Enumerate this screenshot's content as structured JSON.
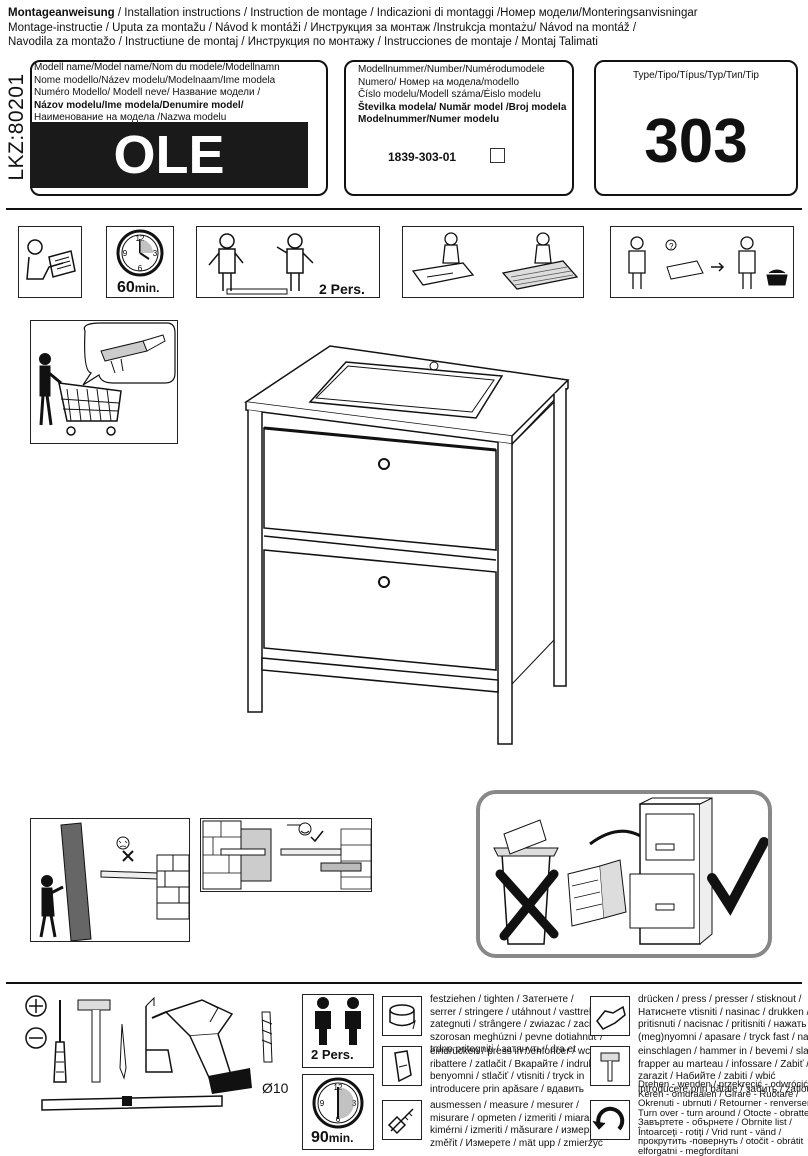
{
  "header": {
    "line1_bold": "Montageanweisung",
    "line1_rest": " / Installation instructions / Instruction de montage / Indicazioni di montaggi /Номер модели/Monteringsanvisningar",
    "line2": " Montage-instructie / Uputa za montažu / Návod k montáži / Инструкция за монтаж /Instrukcja montażu/ Návod na montáž /",
    "line3": "Navodila za montažo / Instructiune de montaj / Инструкция по монтажу     / Instrucciones de montaje / Montaj  Talimati"
  },
  "side_code": "LKZ:80201",
  "model_box": {
    "lines": [
      "Modell name/Model name/Nom du modele/Modellnamn",
      " Nome modello/Název modelu/Modelnaam/Ime modela",
      " Numéro Modello/ Modell neve/   Название модели /",
      " Názov modelu/Ime modela/Denumire model/",
      " Наименование на модела /Nazwa modelu"
    ],
    "name": "OLE"
  },
  "number_box": {
    "lines": [
      "Modellnummer/Number/Numérodumodele",
      "Numero/   Номер на модела/modello",
      "Číslo modelu/Modell száma/Éislo modelu",
      "Številka modela/  Număr model /Broj modela",
      "Modelnummer/Numer modelu"
    ],
    "code": "1839-303-01"
  },
  "type_box": {
    "label": "Type/Tipo/Típus/Typ/Тип/Tip",
    "number": "303"
  },
  "icons_row": {
    "clock_minutes": "60",
    "clock_unit": "min.",
    "persons": "2 Pers."
  },
  "bottom": {
    "persons": "2 Pers.",
    "clock_minutes": "90",
    "clock_unit": "min.",
    "drill_size": "Ø10",
    "actions_left": [
      "festziehen / tighten / Затегнете /\nserrer / stringere / utáhnout / vasttrekken /\nzategnuti / strângere / zwiazac / zacisn'æ\nszorosan meghúzni / pevne dotiahnuť /\ntrdno pritegniti / затянуть / dra et",
      "eindrücken / press in / enfoncer / wcisnąć\nribattere / zatlačit / Вкарайте / indrukken\nbenyomni / stlačiť / vtisniti / tryck in\nintroducere prin apăsare / вдавить",
      "ausmessen / measure / mesurer /\nmisurare / opmeten / izmeriti / miara /\nkimérni / izmeriti / măsurare / измерить\nzměřit / Измерете / mät upp / zmierzyć"
    ],
    "actions_right": [
      "drücken / press / presser / stisknout /\nНатиснете vtisniti / nasinac / drukken /\npritisnuti / nacisnac / pritisniti / нажать /\n(meg)nyomni / apasare / tryck fast / nacisnąć",
      "einschlagen / hammer in / bevemi / sla in\nfrapper au marteau / infossare / Zabiť /\nzarazit / Набийте / zabiti / wbić\nintroducere prin bătaie / забить / zatlouct",
      "Drehen - wenden / przekręcić - odwrócić /\nKeren - omdraaien / Girare - Ruotare /\nOkrenuti - ubrnuti / Retourner - renverser /\nTurn over - turn around / Otocte - obratte /\nЗавъртете - обърнете / Obrnite list /\nÎntoarceţi - rotiţi / Vrid runt - vänd /\nпрокрутить -повернуть / otočit - obrátit\nelforgatni - megfordítani"
    ]
  }
}
